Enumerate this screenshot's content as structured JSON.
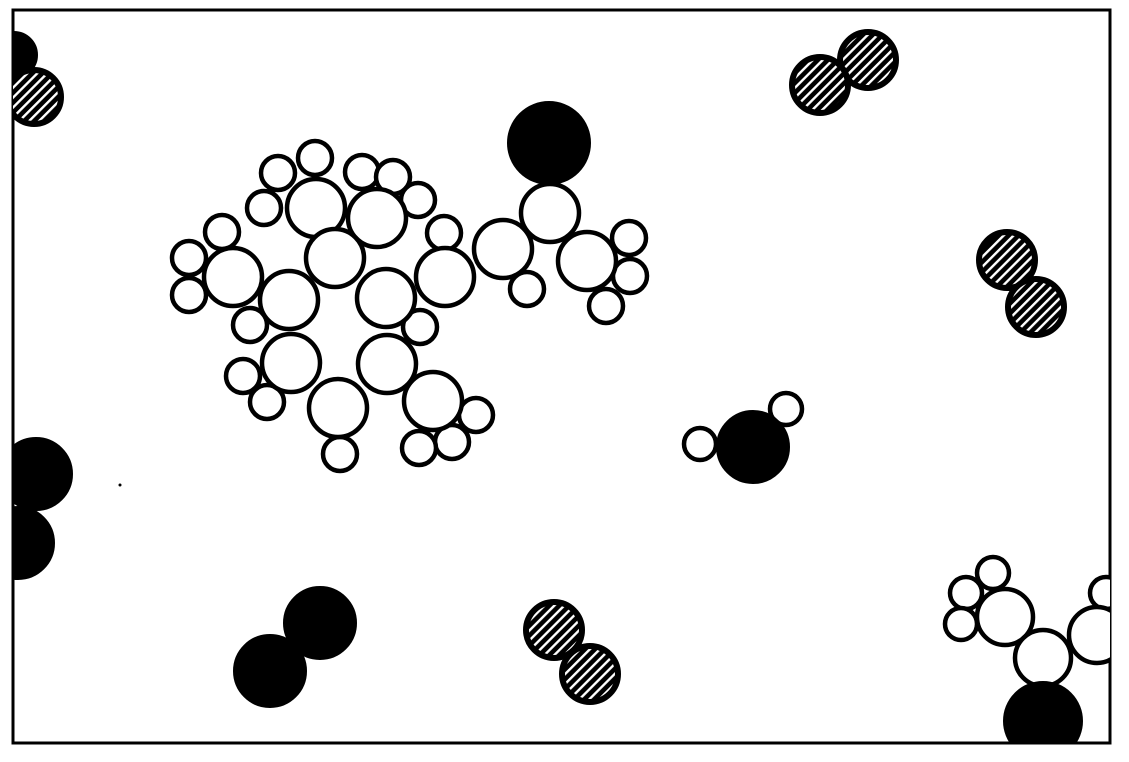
{
  "figure": {
    "type": "molecular-space-filling-illustration",
    "atom_types": [
      "white",
      "black",
      "hatched"
    ],
    "molecules": [
      {
        "kind": "branched-hydrocarbon",
        "atom_type": "white",
        "count_visible": 1
      },
      {
        "kind": "oxygenated-hydrocarbon",
        "atom_types": [
          "white",
          "black"
        ],
        "count_visible": 2
      },
      {
        "kind": "water-like",
        "atom_types": [
          "black",
          "white"
        ],
        "count_visible": 1
      },
      {
        "kind": "diatomic",
        "atom_type": "black",
        "count_visible": 2
      },
      {
        "kind": "diatomic",
        "atom_type": "hatched",
        "count_visible": 4
      }
    ]
  }
}
